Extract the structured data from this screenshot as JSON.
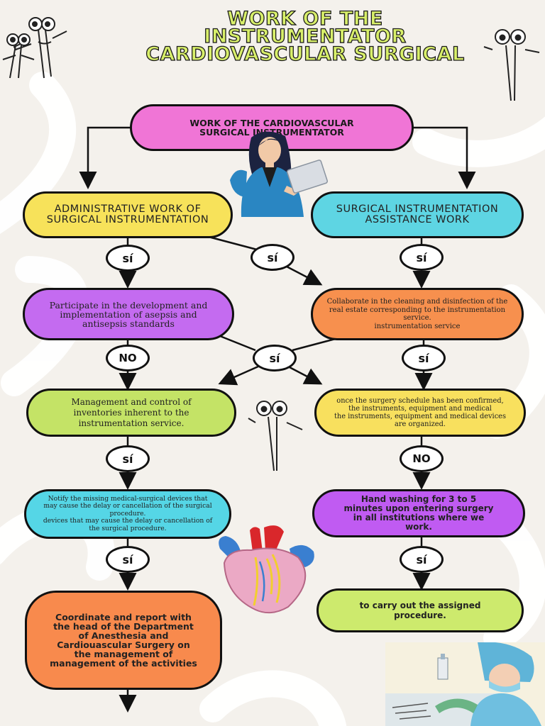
{
  "title": {
    "line1": "WORK OF THE",
    "line2": "INSTRUMENTATOR",
    "line3": "CARDIOVASCULAR SURGICAL"
  },
  "nodes": {
    "top": "WORK OF THE CARDIOVASCULAR SURGICAL INSTRUMENTATOR",
    "admin": "ADMINISTRATIVE WORK OF SURGICAL INSTRUMENTATION",
    "assist": "SURGICAL INSTRUMENTATION ASSISTANCE WORK",
    "participate": "Participate in the development and implementation of asepsis and antisepsis standards",
    "collaborate": "Collaborate in the cleaning and disinfection of the real estate corresponding to the instrumentation service.\ninstrumentation service",
    "management": "Management and control of inventories inherent to the instrumentation service.",
    "schedule": "once the surgery schedule has been confirmed, the instruments, equipment and medical\nthe instruments, equipment and medical devices are organized.",
    "notify": "Notify the missing medical-surgical devices that may cause the delay or cancellation of the surgical procedure.\ndevices that may cause the delay or cancellation of the surgical procedure.",
    "handwash": "Hand washing for 3 to 5 minutes upon entering surgery in all institutions where we work.",
    "coordinate": "Coordinate and report with the head of the Department of Anesthesia and Cardiouascular Surgery on the management of management of the activities",
    "carry": "to carry out the assigned procedure."
  },
  "connectors": {
    "si": "sí",
    "no": "NO"
  },
  "colors": {
    "pink": "#f075d6",
    "yellow": "#f7e25a",
    "cyan": "#5ed5e3",
    "purple": "#c46bf0",
    "orange": "#f7904e",
    "lime": "#c4e366",
    "yellow2": "#f8e05e",
    "cyan2": "#55d6e6",
    "purple2": "#c05bf2",
    "orange2": "#f88a4d",
    "lime2": "#cdea6d",
    "title_fill": "#d8ef6a"
  },
  "icons": {
    "scissors": "scissors-mascot-icon",
    "woman": "businesswoman-clipboard-icon",
    "heart": "anatomical-heart-icon",
    "nurse": "surgical-nurse-instruments-icon"
  }
}
